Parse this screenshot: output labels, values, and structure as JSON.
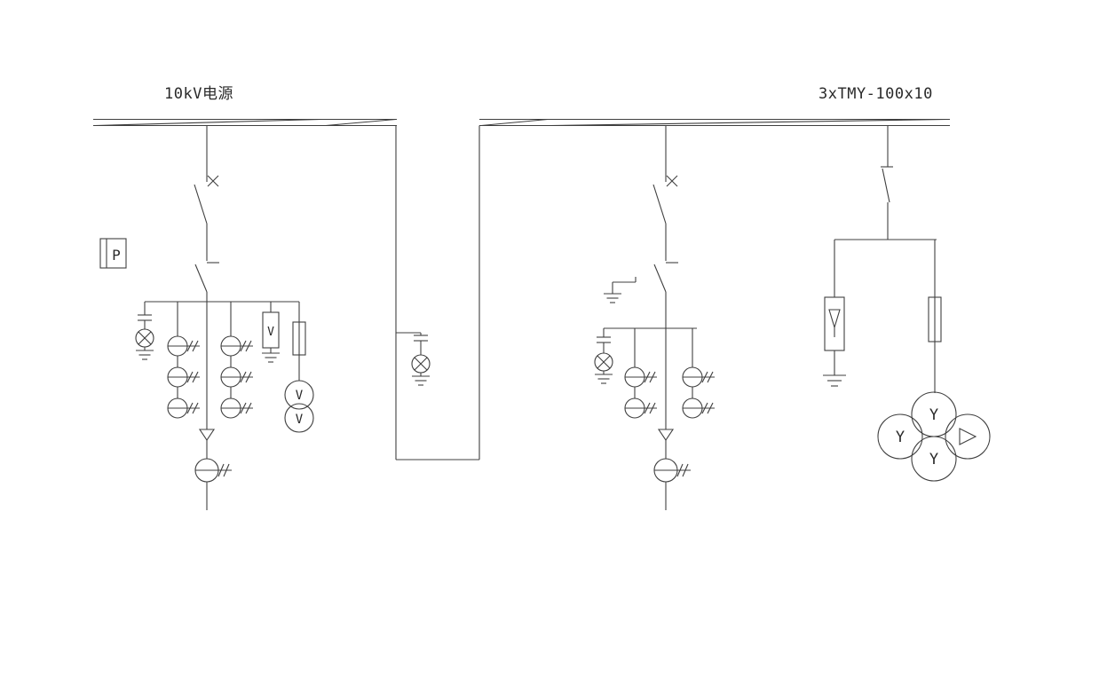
{
  "labels": {
    "source": "10kV电源",
    "busbar_spec": "3xTMY-100x10",
    "frame_letter": "P"
  },
  "symbols": {
    "arrester_box_letter": "V",
    "vt_circle_upper": "V",
    "vt_circle_lower": "V",
    "meter_left": "Y",
    "meter_top": "Y",
    "meter_bottom": "Y"
  },
  "colors": {
    "background": "#ffffff",
    "line": "#3f3f3f",
    "text": "#2a2a2a"
  }
}
